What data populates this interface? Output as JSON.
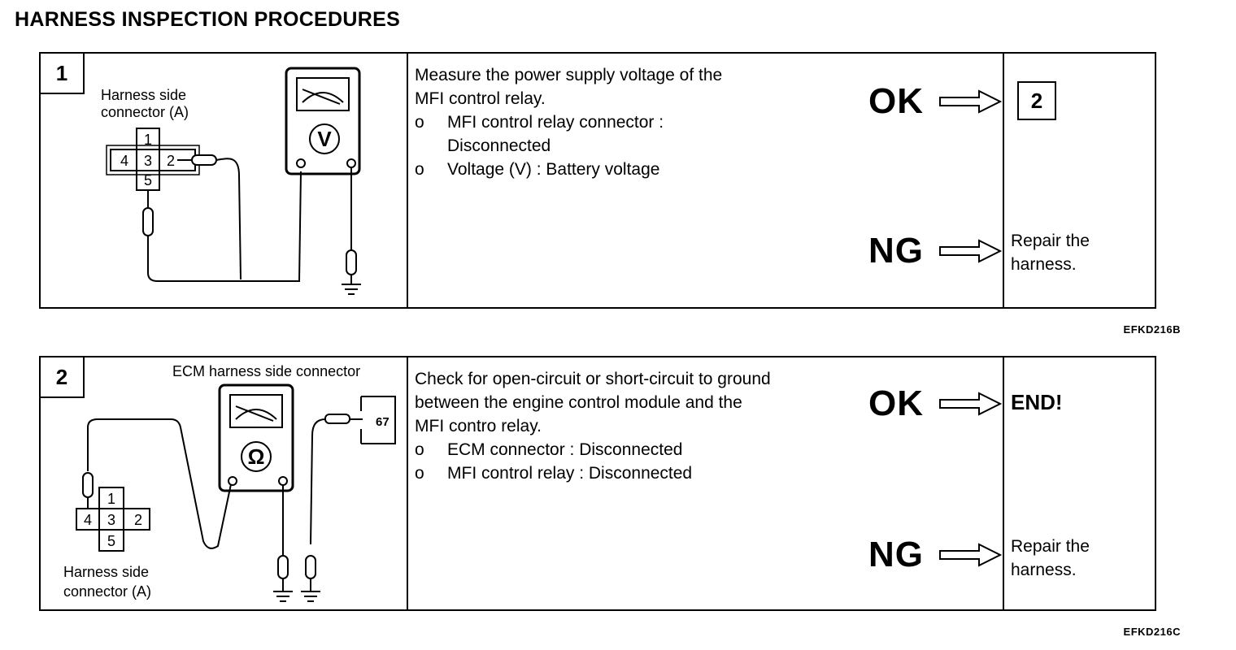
{
  "page_title": "HARNESS INSPECTION PROCEDURES",
  "steps": [
    {
      "number": "1",
      "diagram": {
        "connector_label": [
          "Harness side",
          "connector (A)"
        ],
        "pins": [
          "1",
          "2",
          "3",
          "4",
          "5"
        ],
        "meter_symbol": "V"
      },
      "instruction": "Measure the power supply voltage of the MFI control relay.",
      "instruction_lines": [
        "Measure the power supply voltage of the",
        "MFI control relay."
      ],
      "bullets": [
        {
          "marker": "o",
          "lines": [
            "MFI control relay connector :",
            "Disconnected"
          ]
        },
        {
          "marker": "o",
          "lines": [
            "Voltage (V) : Battery voltage"
          ]
        }
      ],
      "ok_label": "OK",
      "ok_result": "2",
      "ng_label": "NG",
      "ng_result": [
        "Repair the",
        "harness."
      ],
      "figure_code": "EFKD216B"
    },
    {
      "number": "2",
      "diagram": {
        "ecm_label": "ECM harness side connector",
        "ecm_pin": "67",
        "connector_label": [
          "Harness side",
          "connector (A)"
        ],
        "pins": [
          "1",
          "2",
          "3",
          "4",
          "5"
        ],
        "meter_symbol": "Ω"
      },
      "instruction_lines": [
        "Check for open-circuit or short-circuit to ground",
        "between the engine control module and the",
        "MFI contro relay."
      ],
      "bullets": [
        {
          "marker": "o",
          "lines": [
            "ECM connector : Disconnected"
          ]
        },
        {
          "marker": "o",
          "lines": [
            "MFI control relay : Disconnected"
          ]
        }
      ],
      "ok_label": "OK",
      "ok_result": "END!",
      "ng_label": "NG",
      "ng_result": [
        "Repair the",
        "harness."
      ],
      "figure_code": "EFKD216C"
    }
  ]
}
